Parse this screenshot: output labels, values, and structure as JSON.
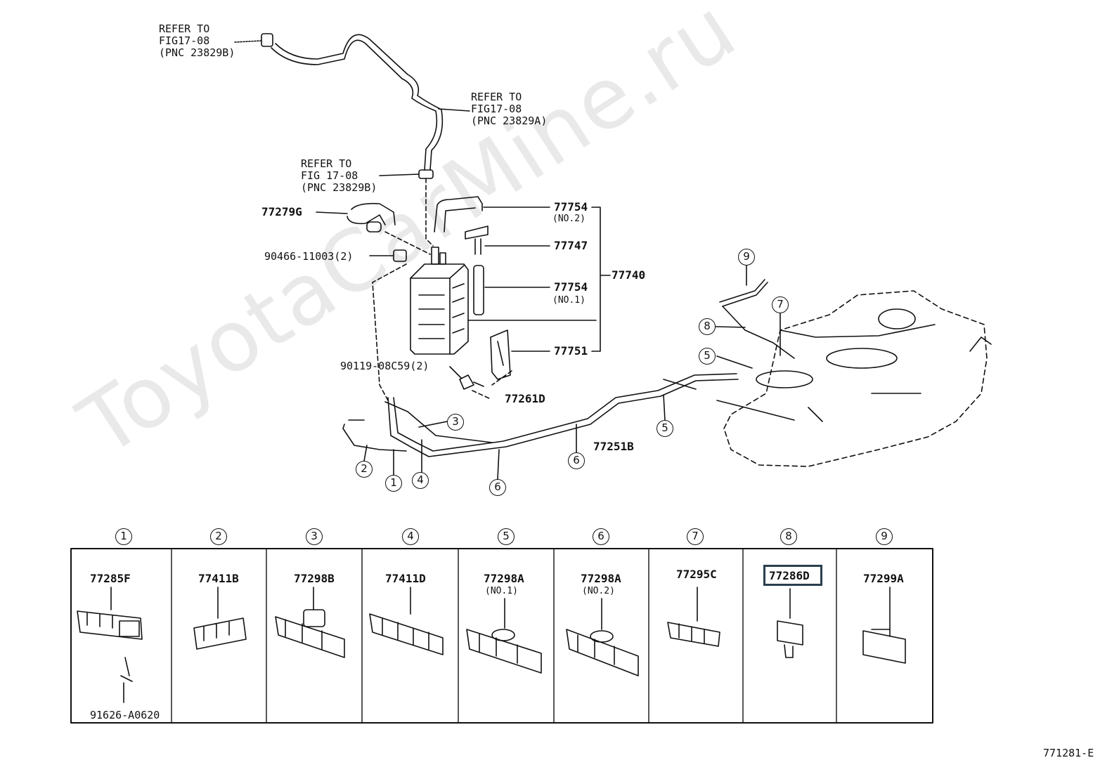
{
  "watermark": "ToyotaCarMine.ru",
  "refs": {
    "top_left": [
      "REFER TO",
      "FIG17-08",
      "(PNC 23829B)"
    ],
    "mid_right": [
      "REFER TO",
      "FIG17-08",
      "(PNC 23829A)"
    ],
    "mid_left": [
      "REFER TO",
      "FIG 17-08",
      "(PNC 23829B)"
    ]
  },
  "parts": {
    "p77279G": "77279G",
    "p90466": "90466-11003(2)",
    "p77754_no2": "77754",
    "p77754_no2_sub": "(NO.2)",
    "p77747": "77747",
    "p77754_no1": "77754",
    "p77754_no1_sub": "(NO.1)",
    "p77740": "77740",
    "p77751": "77751",
    "p90119": "90119-08C59(2)",
    "p77261D": "77261D",
    "p77251B": "77251B"
  },
  "callouts": {
    "c1": "1",
    "c2": "2",
    "c3": "3",
    "c4": "4",
    "c5a": "5",
    "c5b": "5",
    "c6a": "6",
    "c6b": "6",
    "c7": "7",
    "c8": "8",
    "c9": "9"
  },
  "clamp_table": {
    "columns": [
      {
        "index": "1",
        "part": "77285F",
        "sub": "",
        "extra": "91626-A0620"
      },
      {
        "index": "2",
        "part": "77411B",
        "sub": "",
        "extra": ""
      },
      {
        "index": "3",
        "part": "77298B",
        "sub": "",
        "extra": ""
      },
      {
        "index": "4",
        "part": "77411D",
        "sub": "",
        "extra": ""
      },
      {
        "index": "5",
        "part": "77298A",
        "sub": "(NO.1)",
        "extra": ""
      },
      {
        "index": "6",
        "part": "77298A",
        "sub": "(NO.2)",
        "extra": ""
      },
      {
        "index": "7",
        "part": "77295C",
        "sub": "",
        "extra": ""
      },
      {
        "index": "8",
        "part": "77286D",
        "sub": "",
        "extra": "",
        "highlighted": true
      },
      {
        "index": "9",
        "part": "77299A",
        "sub": "",
        "extra": ""
      }
    ]
  },
  "figure_code": "771281-E"
}
